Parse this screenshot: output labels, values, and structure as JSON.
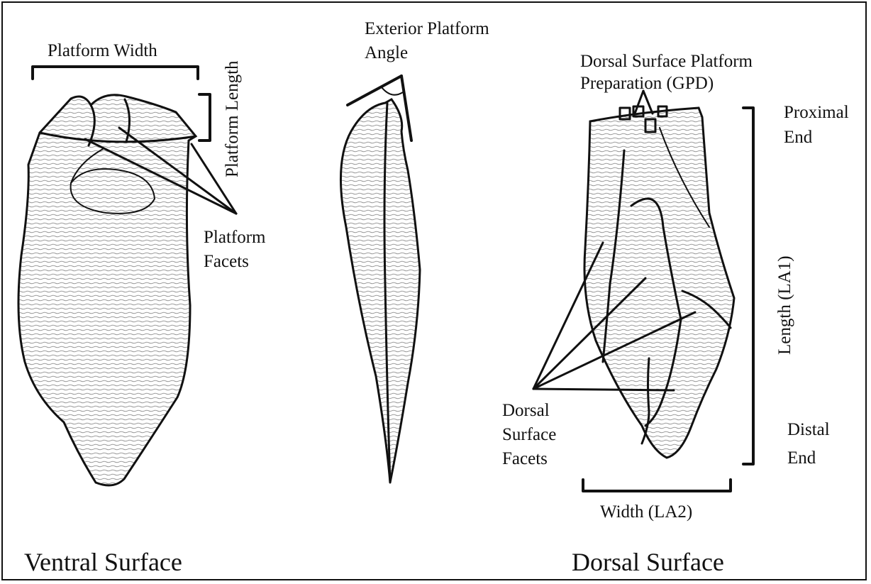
{
  "labels": {
    "platform_width": "Platform Width",
    "platform_length": "Platform Length",
    "platform_facets_1": "Platform",
    "platform_facets_2": "Facets",
    "exterior_angle_1": "Exterior Platform",
    "exterior_angle_2": "Angle",
    "dorsal_prep_1": "Dorsal Surface Platform",
    "dorsal_prep_2": "Preparation (GPD)",
    "proximal_1": "Proximal",
    "proximal_2": "End",
    "length": "Length (LA1)",
    "distal_1": "Distal",
    "distal_2": "End",
    "dorsal_facets_1": "Dorsal",
    "dorsal_facets_2": "Surface",
    "dorsal_facets_3": "Facets",
    "width": "Width (LA2)",
    "ventral_surface": "Ventral Surface",
    "dorsal_surface": "Dorsal Surface"
  },
  "colors": {
    "line": "#111111",
    "background": "#ffffff",
    "hatch": "#9a9a9a"
  }
}
